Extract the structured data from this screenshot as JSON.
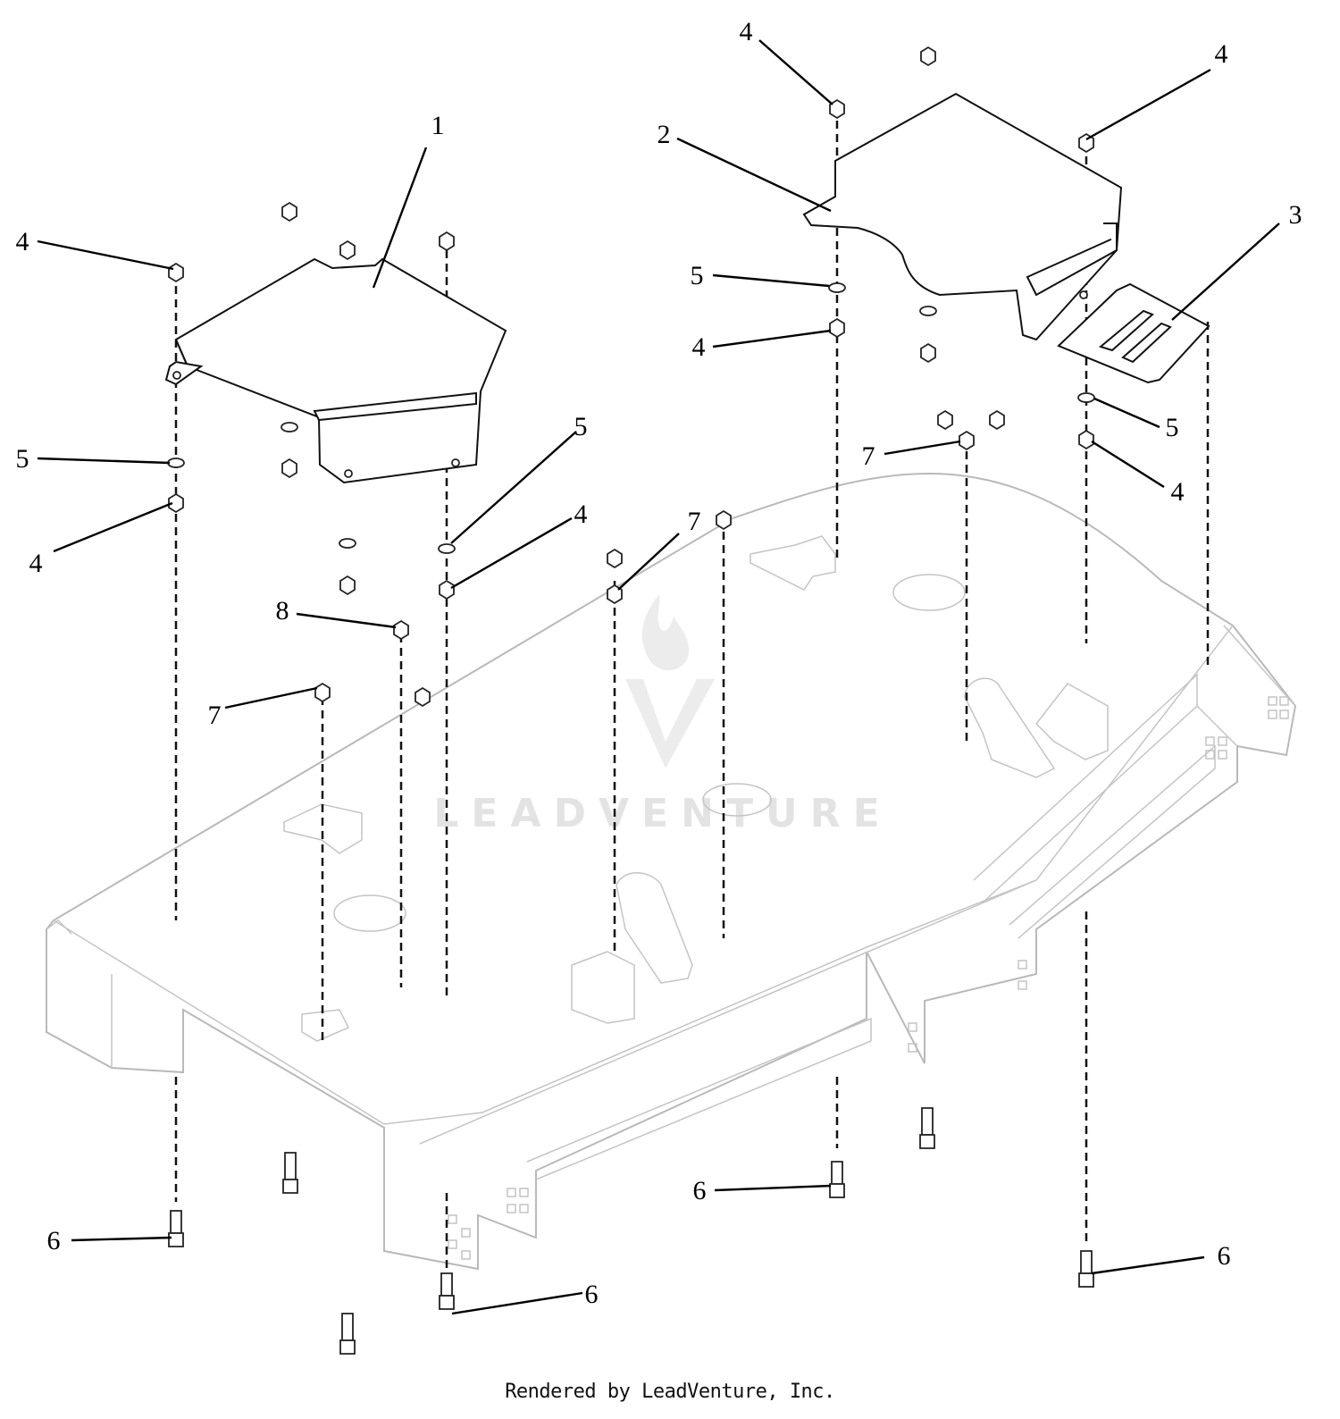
{
  "footer": {
    "credit": "Rendered by LeadVenture, Inc."
  },
  "watermark": {
    "text": "LEADVENTURE"
  },
  "callouts": {
    "c1": "1",
    "c2": "2",
    "c3": "3",
    "c4a": "4",
    "c4b": "4",
    "c4c": "4",
    "c4d": "4",
    "c4e": "4",
    "c4f": "4",
    "c4g": "4",
    "c5a": "5",
    "c5b": "5",
    "c5c": "5",
    "c5d": "5",
    "c6a": "6",
    "c6b": "6",
    "c6c": "6",
    "c6d": "6",
    "c7a": "7",
    "c7b": "7",
    "c7c": "7",
    "c8": "8"
  },
  "colors": {
    "lines": "#111111",
    "deck": "#b9b9b9",
    "watermark": "#e3e3e3"
  }
}
